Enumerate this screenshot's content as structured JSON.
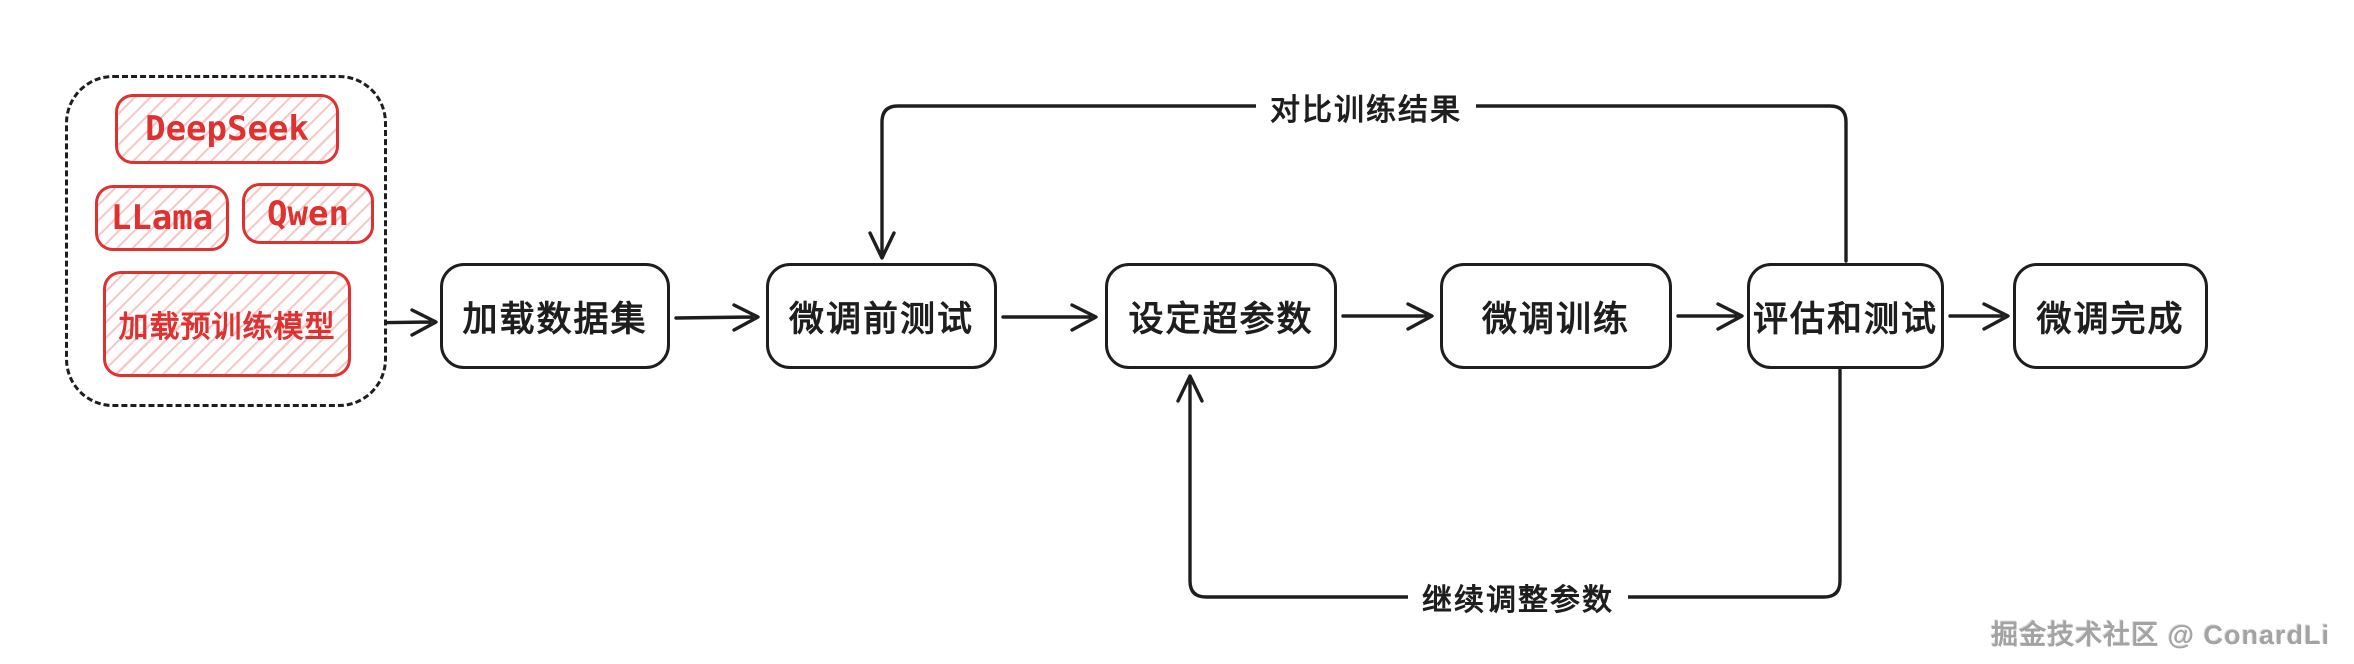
{
  "colors": {
    "stroke_black": "#1e1e1e",
    "stroke_red": "#e03131",
    "hatch_red_fill": "#ffc9c9",
    "background": "#ffffff",
    "watermark_gray": "#a3a3a3"
  },
  "models_group": {
    "items": [
      {
        "label": "DeepSeek"
      },
      {
        "label": "LLama"
      },
      {
        "label": "Qwen"
      },
      {
        "label": "加载预训练模型"
      }
    ]
  },
  "flow_steps": [
    {
      "label": "加载数据集"
    },
    {
      "label": "微调前测试"
    },
    {
      "label": "设定超参数"
    },
    {
      "label": "微调训练"
    },
    {
      "label": "评估和测试"
    },
    {
      "label": "微调完成"
    }
  ],
  "arrow_labels": {
    "compare": "对比训练结果",
    "adjust": "继续调整参数"
  },
  "watermark": {
    "text": "掘金技术社区 @ ConardLi"
  }
}
